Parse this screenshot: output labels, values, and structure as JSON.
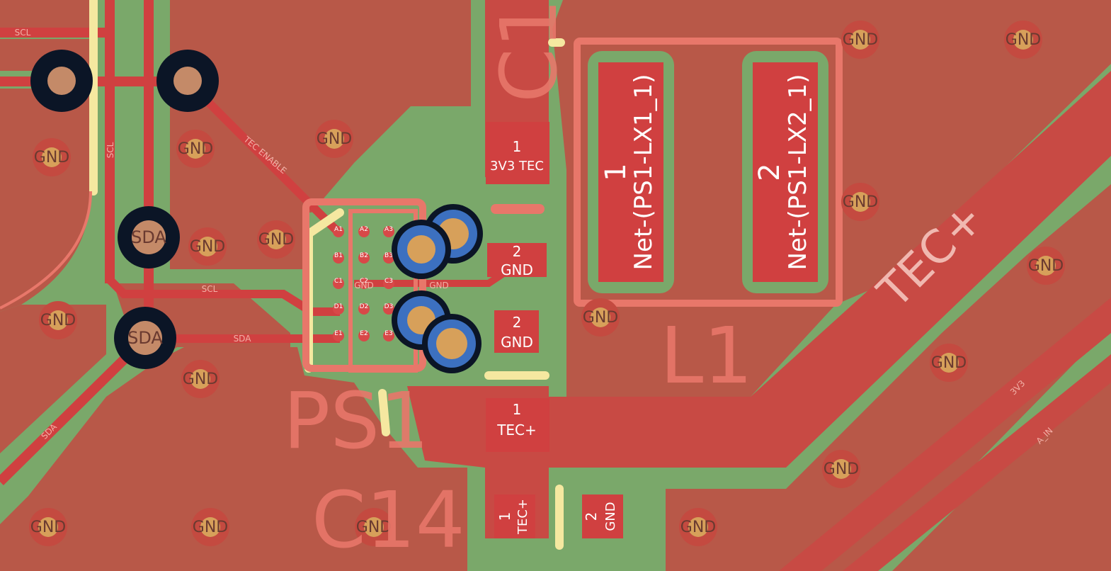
{
  "colors": {
    "board": "#7aa86a",
    "copper": "#b85848",
    "copper_bright": "#d04040",
    "silkscreen": "#e8776a",
    "courtyard": "#f5e8a0",
    "via_ring": "#d7a05a",
    "tht_ring": "#0b1526",
    "inner_layer": "#3c70c0"
  },
  "nets": {
    "gnd": "GND",
    "scl": "SCL",
    "sda": "SDA",
    "tec_enable": "TEC ENABLE",
    "tec_plus": "TEC+",
    "v3v3": "3V3",
    "a_in": "A_IN",
    "v3v3_tec": "3V3 TEC"
  },
  "reference_designators": {
    "c1": "C1",
    "c14": "C14",
    "ps1": "PS1",
    "l1": "L1"
  },
  "pads": {
    "c1_pad1_num": "1",
    "c1_pad1_net": "3V3 TEC",
    "c1_pad2_num": "2",
    "c1_pad2_net": "GND",
    "mid_pad2_num": "2",
    "mid_pad2_net": "GND",
    "ps1_pad1_num": "1",
    "ps1_pad1_net": "TEC+",
    "c14_pad1_num": "1",
    "c14_pad1_net": "TEC+",
    "c14_pad2_num": "2",
    "c14_pad2_net": "GND",
    "l1_pad1_num": "1",
    "l1_pad1_net": "Net-(PS1-LX1_1)",
    "l1_pad2_num": "2",
    "l1_pad2_net": "Net-(PS1-LX2_1)",
    "gnd_small": "GND"
  },
  "bga_balls": [
    "A1",
    "A2",
    "A3",
    "B1",
    "B2",
    "B3",
    "C1",
    "C2",
    "C3",
    "D1",
    "D2",
    "D3",
    "E1",
    "E2",
    "E3"
  ]
}
